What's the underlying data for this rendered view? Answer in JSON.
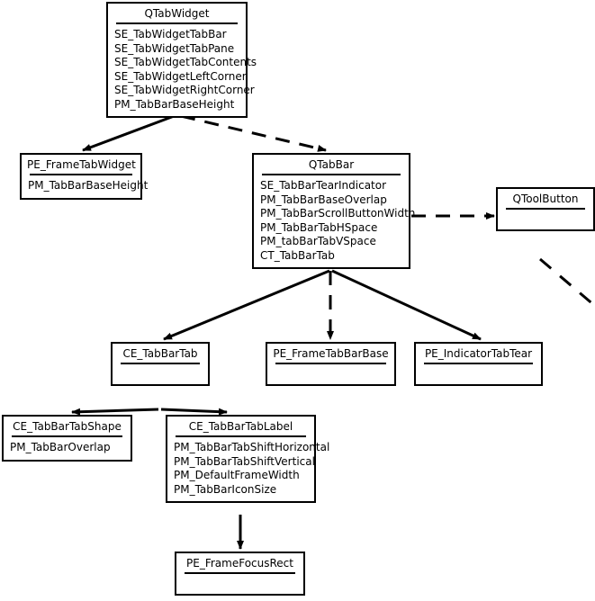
{
  "diagram": {
    "title": "Qt Style Elements: QTabWidget / QTabBar hierarchy",
    "type": "class-hierarchy-diagram",
    "colors": {
      "background": "#ffffff",
      "stroke": "#000000",
      "text": "#000000"
    },
    "nodes": [
      {
        "id": "qtabwidget",
        "title": "QTabWidget",
        "items": [
          "SE_TabWidgetTabBar",
          "SE_TabWidgetTabPane",
          "SE_TabWidgetTabContents",
          "SE_TabWidgetLeftCorner",
          "SE_TabWidgetRightCorner",
          "PM_TabBarBaseHeight"
        ]
      },
      {
        "id": "pe_frametabwidget",
        "title": "PE_FrameTabWidget",
        "items": [
          "PM_TabBarBaseHeight"
        ]
      },
      {
        "id": "qtabbar",
        "title": "QTabBar",
        "items": [
          "SE_TabBarTearIndicator",
          "PM_TabBarBaseOverlap",
          "PM_TabBarScrollButtonWidth",
          "PM_TabBarTabHSpace",
          "PM_tabBarTabVSpace",
          "CT_TabBarTab"
        ]
      },
      {
        "id": "qtoolbutton",
        "title": "QToolButton",
        "items": []
      },
      {
        "id": "ce_tabbartab",
        "title": "CE_TabBarTab",
        "items": []
      },
      {
        "id": "pe_frametabbarbase",
        "title": "PE_FrameTabBarBase",
        "items": []
      },
      {
        "id": "pe_indicatortabtear",
        "title": "PE_IndicatorTabTear",
        "items": []
      },
      {
        "id": "ce_tabbartabshape",
        "title": "CE_TabBarTabShape",
        "items": [
          "PM_TabBarOverlap"
        ]
      },
      {
        "id": "ce_tabbartablabel",
        "title": "CE_TabBarTabLabel",
        "items": [
          "PM_TabBarTabShiftHorizontal",
          "PM_TabBarTabShiftVertical",
          "PM_DefaultFrameWidth",
          "PM_TabBarIconSize"
        ]
      },
      {
        "id": "pe_framefocusrect",
        "title": "PE_FrameFocusRect",
        "items": []
      }
    ],
    "edges": [
      {
        "from": "qtabwidget",
        "to": "pe_frametabwidget",
        "style": "solid"
      },
      {
        "from": "qtabwidget",
        "to": "qtabbar",
        "style": "dashed"
      },
      {
        "from": "qtabbar",
        "to": "qtoolbutton",
        "style": "dashed"
      },
      {
        "from": "qtabbar",
        "to": "ce_tabbartab",
        "style": "solid"
      },
      {
        "from": "qtabbar",
        "to": "pe_frametabbarbase",
        "style": "dashed"
      },
      {
        "from": "qtabbar",
        "to": "pe_indicatortabtear",
        "style": "solid"
      },
      {
        "from": "ce_tabbartab",
        "to": "ce_tabbartabshape",
        "style": "solid"
      },
      {
        "from": "ce_tabbartab",
        "to": "ce_tabbartablabel",
        "style": "solid"
      },
      {
        "from": "ce_tabbartablabel",
        "to": "pe_framefocusrect",
        "style": "solid"
      },
      {
        "from": "qtoolbutton",
        "to": "offscreen",
        "style": "dashed"
      }
    ]
  }
}
